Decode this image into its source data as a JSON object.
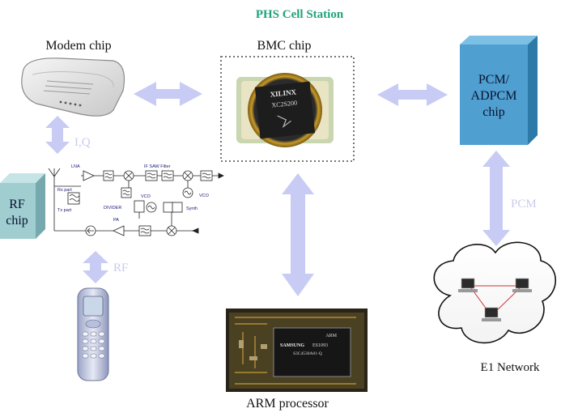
{
  "title": "PHS Cell Station",
  "components": {
    "modem": "Modem chip",
    "bmc": "BMC chip",
    "pcm_chip": [
      "PCM/",
      "ADPCM",
      "chip"
    ],
    "rf_chip": [
      "RF",
      "chip"
    ],
    "arm": "ARM processor",
    "e1": "E1 Network"
  },
  "links": {
    "iq": "I,Q",
    "rf": "RF",
    "pcm": "PCM"
  },
  "fpga_text": {
    "brand": "XILINX",
    "part": "XC2S200"
  },
  "arm_board_text": {
    "brand": "SAMSUNG",
    "part": "S3C4530A01-Q",
    "mark": "ARM",
    "code": "ES1093"
  },
  "rf_schematic": {
    "lna": "LNA",
    "if_saw": "IF SAW Filter",
    "vco1": "VCO",
    "vco2": "VCO",
    "rx": "Rx part",
    "tx": "Tx part",
    "divider": "DIVIDER",
    "synth": "Synth",
    "pa": "PA"
  },
  "colors": {
    "title": "#1fa37b",
    "arrow": "#c8cbf3",
    "pcm_box": "#4f9fd0",
    "rf_box": "#9fcdd0"
  }
}
